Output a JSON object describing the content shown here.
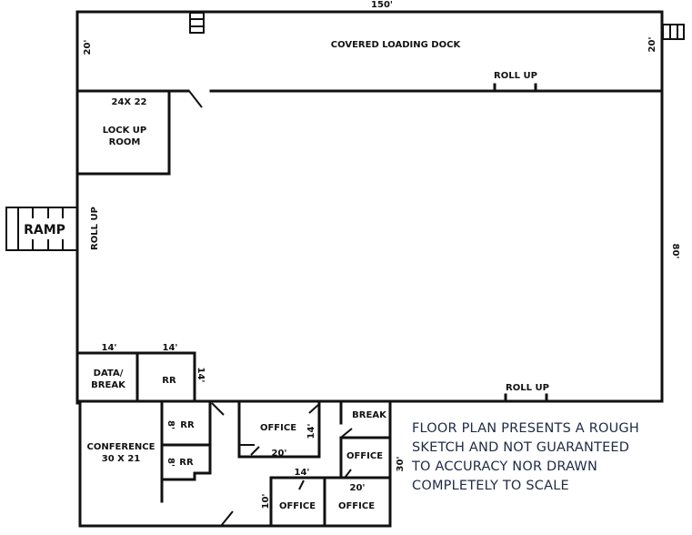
{
  "floor_plan": {
    "overall": {
      "width_label": "150'",
      "depth_label": "80'"
    },
    "loading_dock": {
      "label": "COVERED LOADING DOCK",
      "left_depth_label": "20'",
      "right_depth_label": "20'",
      "roll_up_label": "ROLL UP"
    },
    "lock_up_room": {
      "size_label": "24X 22",
      "label_line1": "LOCK UP",
      "label_line2": "ROOM"
    },
    "ramp": {
      "label": "RAMP",
      "roll_up_label": "ROLL UP"
    },
    "data_break": {
      "width_label": "14'",
      "label_line1": "DATA/",
      "label_line2": "BREAK"
    },
    "restroom_top": {
      "width_label": "14'",
      "depth_label": "14'",
      "label": "RR"
    },
    "south_roll_up_label": "ROLL UP",
    "conference": {
      "label_line1": "CONFERENCE",
      "label_line2": "30 X 21"
    },
    "restrooms_small": [
      {
        "label": "RR",
        "size_label": "8'"
      },
      {
        "label": "RR",
        "size_label": "8'"
      }
    ],
    "offices": [
      {
        "label": "OFFICE",
        "width_label": "20'",
        "depth_label": "14'"
      },
      {
        "label": "BREAK"
      },
      {
        "label": "OFFICE"
      },
      {
        "label": "OFFICE",
        "width_label": "14'",
        "depth_label": "10'"
      },
      {
        "label": "OFFICE",
        "width_label": "20'"
      }
    ],
    "office_wing_depth_label": "30'"
  },
  "disclaimer": {
    "lines": [
      "FLOOR PLAN PRESENTS A ROUGH",
      "SKETCH AND NOT GUARANTEED",
      "TO ACCURACY NOR DRAWN",
      "COMPLETELY TO SCALE"
    ],
    "color": "#1f2a44"
  }
}
